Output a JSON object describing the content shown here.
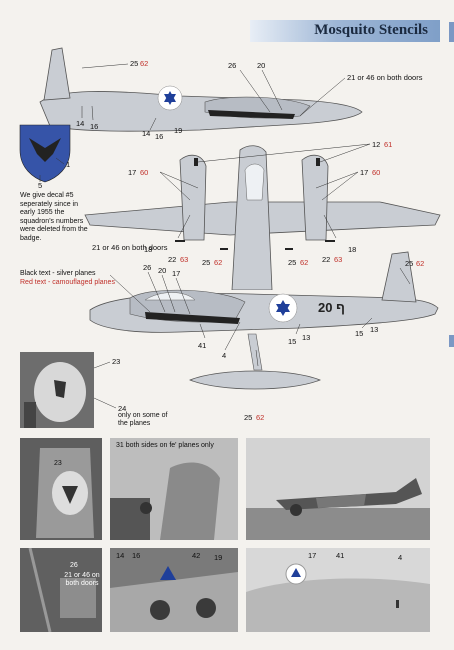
{
  "title": "Mosquito Stencils",
  "colors": {
    "accent": "#8aa7cd",
    "red": "#c0302a",
    "roundel": "#1f3f9a",
    "plane": "#c8ccd2"
  },
  "side_view_top": {
    "callouts": {
      "c25": "25",
      "c25r": "62",
      "c26": "26",
      "c20": "20",
      "c21": "21 or 46 on both doors",
      "c14a": "14",
      "c16a": "16",
      "c14b": "14",
      "c16b": "16",
      "c19": "19"
    }
  },
  "badge": {
    "label_1": "1",
    "label_5": "5",
    "note": "We give decal #5 seperately since in early 1955 the squadron's numbers were deleted from the badge."
  },
  "top_view": {
    "callouts": {
      "c12": "12",
      "c12r": "61",
      "c17l": "17",
      "c17lr": "60",
      "c17r": "17",
      "c17rr": "60",
      "c18l": "18",
      "c18r": "18",
      "c22l": "22",
      "c22lr": "63",
      "c25l": "25",
      "c25lr": "62",
      "c25r": "25",
      "c25rr": "62",
      "c22r": "22",
      "c22rr": "63"
    }
  },
  "legend": {
    "black": "Black text - silver planes",
    "red": "Red text - camouflaged planes"
  },
  "side_view_bottom": {
    "marking": "20 ף",
    "callouts": {
      "c21": "21 or 46 on both doors",
      "c26": "26",
      "c20": "20",
      "c17": "17",
      "c25": "25",
      "c25r": "62",
      "c15a": "15",
      "c13a": "13",
      "c15b": "15",
      "c13b": "13",
      "c41": "41",
      "c4": "4",
      "c25b": "25",
      "c25br": "62"
    }
  },
  "photo_nose": {
    "c23": "23",
    "c24": "24",
    "c24_note": "only on some of the planes"
  },
  "photo_row2": {
    "left_c23": "23",
    "mid_caption": "31 both sides on fe' planes only"
  },
  "photo_row3": {
    "c26": "26",
    "c21": "21 or 46 on both doors",
    "c14": "14",
    "c16": "16",
    "c42": "42",
    "c19": "19",
    "c17": "17",
    "c41": "41",
    "c4": "4"
  }
}
